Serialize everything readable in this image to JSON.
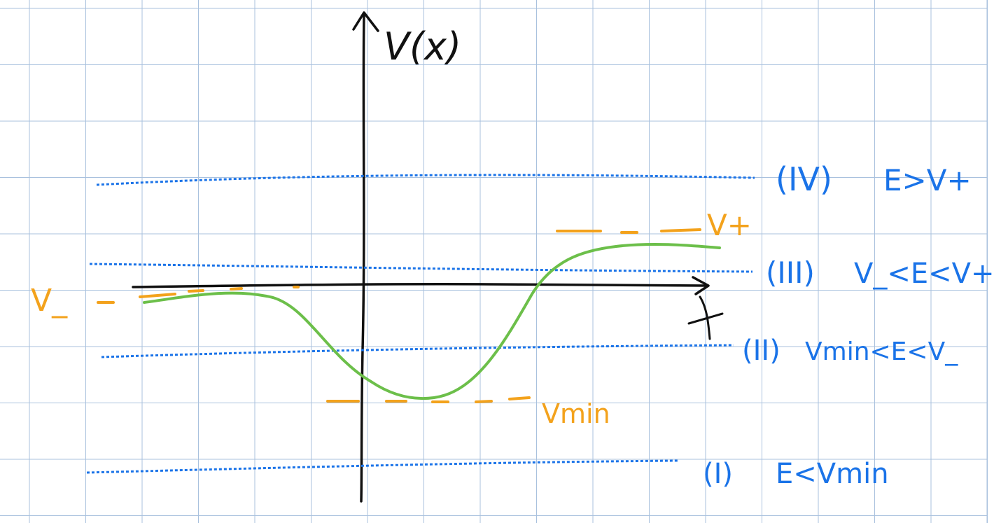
{
  "axes": {
    "y_label": "V(x)",
    "x_label": "x"
  },
  "levels": {
    "v_plus": "V+",
    "v_minus": "V_",
    "v_min": "Vmin"
  },
  "regions": [
    {
      "numeral": "(IV)",
      "condition": "E>V+"
    },
    {
      "numeral": "(III)",
      "condition": "V_<E<V+"
    },
    {
      "numeral": "(II)",
      "condition": "Vmin<E<V_"
    },
    {
      "numeral": "(I)",
      "condition": "E<Vmin"
    }
  ],
  "colors": {
    "grid": "#a9c1de",
    "axis": "#111111",
    "potential": "#6cbf4a",
    "reference": "#f3a21c",
    "energy": "#1a73e8"
  }
}
